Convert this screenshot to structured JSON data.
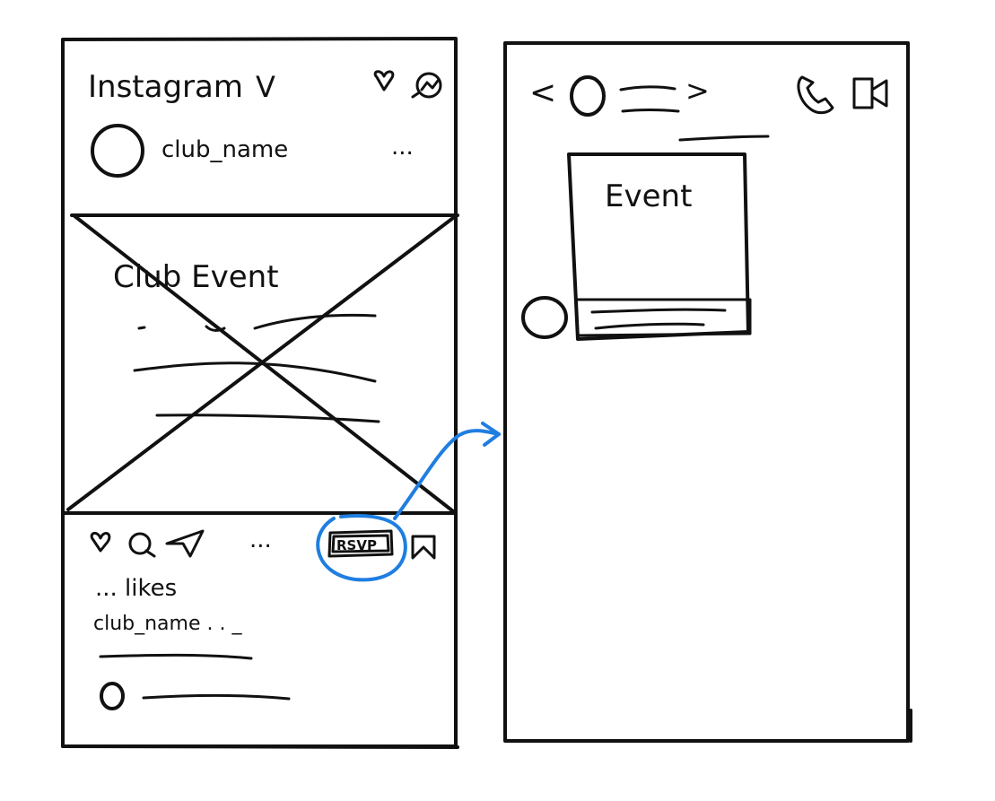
{
  "feed_screen": {
    "app_title": "Instagram",
    "title_chevron": "V",
    "account_name": "club_name",
    "more_menu": "...",
    "post_image_text": "Club Event",
    "action_more": "...",
    "rsvp_label": "RSVP",
    "likes_text": "... likes",
    "caption_text": "club_name . . _"
  },
  "dm_screen": {
    "back_glyph": "<",
    "forward_glyph": ">",
    "event_card_title": "Event"
  },
  "colors": {
    "ink": "#111111",
    "annotation": "#1f7ee0",
    "background": "#ffffff"
  }
}
